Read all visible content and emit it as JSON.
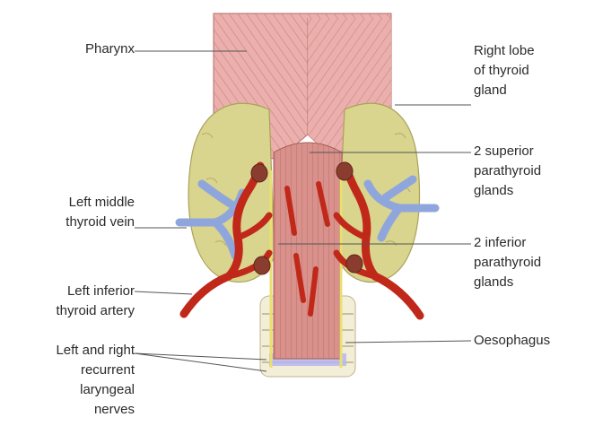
{
  "labels": {
    "pharynx": [
      "Pharynx"
    ],
    "right_lobe": [
      "Right lobe",
      "of thyroid",
      "gland"
    ],
    "superior_parathyroid": [
      "2 superior",
      "parathyroid",
      "glands"
    ],
    "left_middle_vein": [
      "Left middle",
      "thyroid vein"
    ],
    "inferior_parathyroid": [
      "2 inferior",
      "parathyroid",
      "glands"
    ],
    "left_inferior_artery": [
      "Left inferior",
      "thyroid artery"
    ],
    "oesophagus": [
      "Oesophagus"
    ],
    "recurrent_nerves": [
      "Left and right",
      "recurrent",
      "laryngeal",
      "nerves"
    ]
  },
  "colors": {
    "pharynx": "#e8a2a2",
    "pharynx_stripe": "#c86a6a",
    "thyroid": "#d9d48e",
    "thyroid_edge": "#b1ab5e",
    "artery": "#c0281a",
    "vein": "#8fa6dc",
    "nerve": "#e8e070",
    "trachea_ring": "#f3eed8"
  }
}
